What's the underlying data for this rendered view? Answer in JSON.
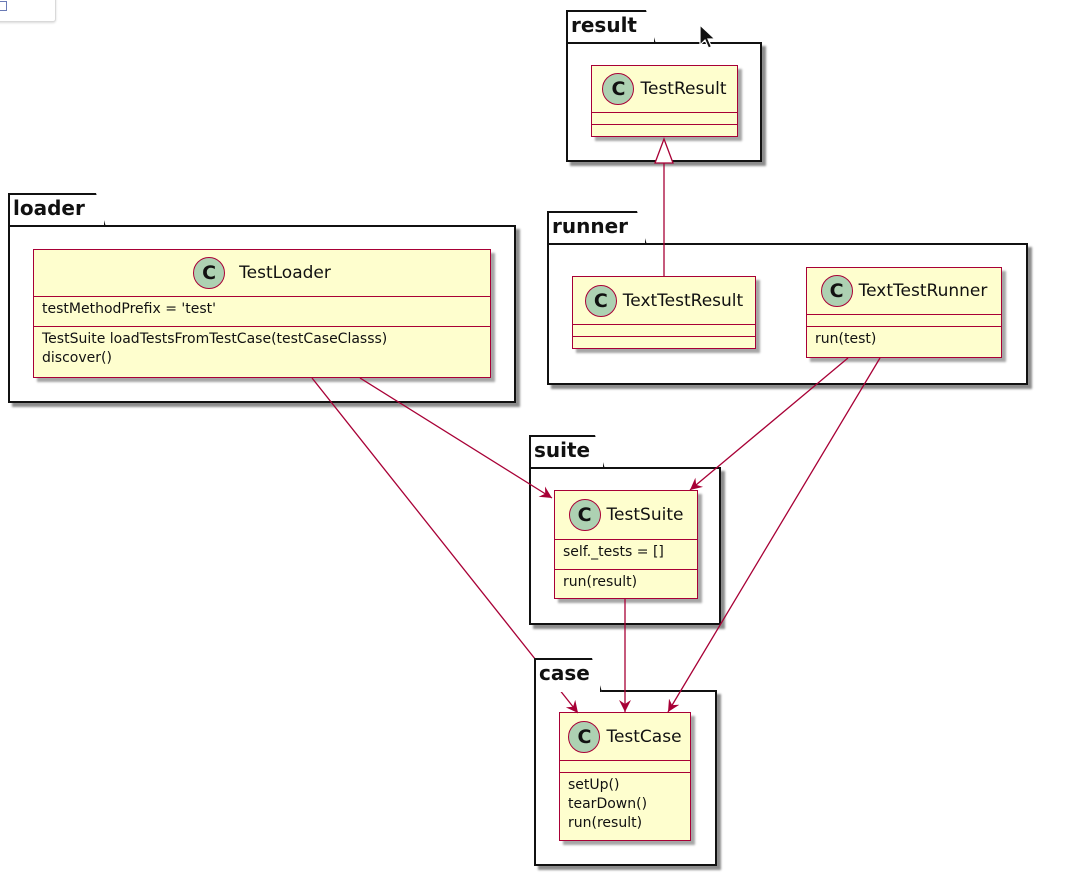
{
  "packages": {
    "result": "result",
    "loader": "loader",
    "runner": "runner",
    "suite": "suite",
    "case": "case"
  },
  "stereotype": "C",
  "classes": {
    "test_result": {
      "name": "TestResult"
    },
    "test_loader": {
      "name": "TestLoader",
      "attributes": [
        "testMethodPrefix = 'test'"
      ],
      "methods": [
        "TestSuite loadTestsFromTestCase(testCaseClasss)",
        "discover()"
      ]
    },
    "text_test_result": {
      "name": "TextTestResult"
    },
    "text_test_runner": {
      "name": "TextTestRunner",
      "methods": [
        "run(test)"
      ]
    },
    "test_suite": {
      "name": "TestSuite",
      "attributes": [
        "self._tests = []"
      ],
      "methods": [
        "run(result)"
      ]
    },
    "test_case": {
      "name": "TestCase",
      "methods": [
        "setUp()",
        "tearDown()",
        "run(result)"
      ]
    }
  },
  "colors": {
    "class_fill": "#fefece",
    "class_border": "#a80036",
    "stereotype_fill": "#add1b2",
    "arrow": "#a80036"
  },
  "icons": [
    "mouse-pointer-icon"
  ]
}
